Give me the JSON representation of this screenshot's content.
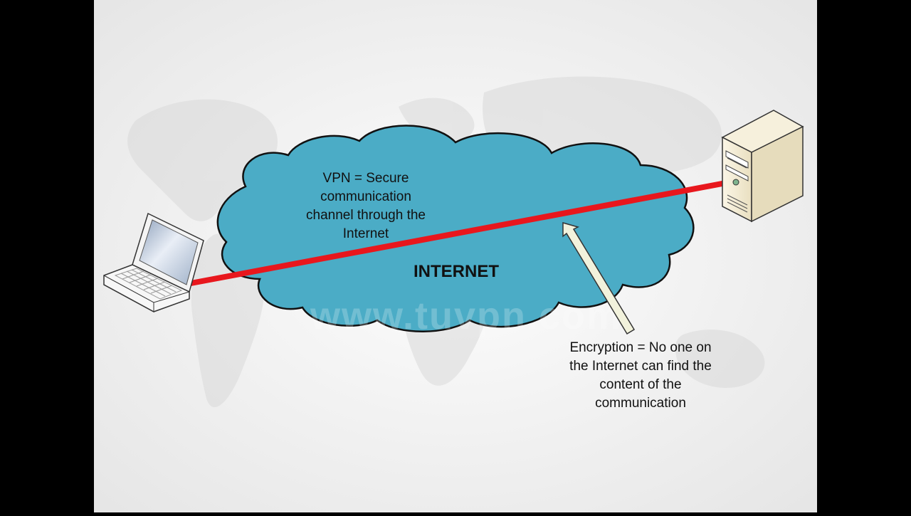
{
  "cloud": {
    "label": "INTERNET",
    "fill": "#4BACC6"
  },
  "tunnel_color": "#E8171D",
  "vpn_caption": {
    "lines": [
      "VPN = Secure",
      "communication",
      "channel through the",
      "Internet"
    ]
  },
  "encryption_caption": {
    "lines": [
      "Encryption = No one on",
      "the Internet can find the",
      "content of the",
      "communication"
    ]
  },
  "watermark": "www.tuvpn.com",
  "colors": {
    "background": "#E9E9E9",
    "letterbox": "#000000",
    "arrow_fill": "#F2F2DC",
    "server_body": "#F0E8CC"
  }
}
